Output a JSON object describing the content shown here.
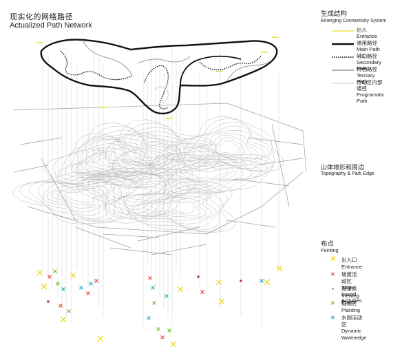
{
  "title": {
    "cn": "现实化的网络路径",
    "en": "Actualized Path Network"
  },
  "legend_structure": {
    "heading_cn": "生成结构",
    "heading_en": "Emerging Connectivity System",
    "items": [
      {
        "cn": "出入",
        "en": "Entrance",
        "style": "entrance",
        "color": "#e8d300"
      },
      {
        "cn": "通用路径",
        "en": "Main Path",
        "style": "main",
        "color": "#111111"
      },
      {
        "cn": "辅助路径",
        "en": "Secondary Path",
        "style": "secondary",
        "color": "#111111"
      },
      {
        "cn": "特色路径",
        "en": "Terciary Path",
        "style": "tertiary",
        "color": "#999999"
      },
      {
        "cn": "活动区内部通径",
        "en": "Programatic Path",
        "style": "programatic",
        "color": "#cccccc"
      }
    ]
  },
  "topography": {
    "cn": "山体地形和周边",
    "en": "Topography & Park Edge"
  },
  "legend_pointing": {
    "heading_cn": "布点",
    "heading_en": "Pointing",
    "items": [
      {
        "cn": "出入口",
        "en": "Entrance",
        "color": "#e8d300",
        "icon": "entrance-x-icon"
      },
      {
        "cn": "坡度活动区",
        "en": "Slope-Based Activities",
        "color": "#e8423a",
        "icon": "slope-x-icon"
      },
      {
        "cn": "观景点",
        "en": "Viewing Points",
        "color": "#a8327a",
        "icon": "viewing-point-icon"
      },
      {
        "cn": "植栽区",
        "en": "Planting",
        "color": "#6abf3a",
        "icon": "planting-x-icon"
      },
      {
        "cn": "水侧活动区",
        "en": "Dynamic Wateredge",
        "color": "#2aa6c8",
        "icon": "wateredge-x-icon"
      }
    ]
  }
}
